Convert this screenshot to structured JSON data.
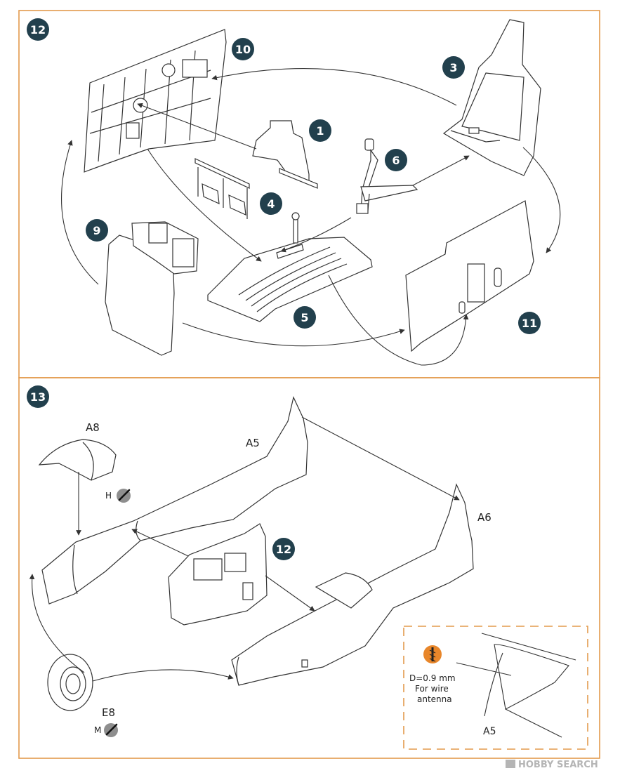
{
  "steps": [
    {
      "number": "12"
    },
    {
      "number": "13"
    }
  ],
  "step12_callouts": [
    "1",
    "3",
    "4",
    "5",
    "6",
    "9",
    "10",
    "11"
  ],
  "step13": {
    "part_labels": {
      "a8": "A8",
      "a5": "A5",
      "a6": "A6",
      "e8": "E8",
      "callout12": "12"
    },
    "paint_codes": {
      "h": "H",
      "m": "M"
    },
    "detail_inset": {
      "drill_diameter": "D=0.9 mm",
      "note_line1": "For wire",
      "note_line2": "antenna",
      "part": "A5"
    }
  },
  "watermark": "HOBBY SEARCH",
  "colors": {
    "frame_orange": "#e39a4c",
    "callout_fill": "#22404d",
    "paint_circle": "#8e8e8e",
    "drill_orange": "#e8862a",
    "line": "#333333"
  },
  "icons": [
    "paint-brush-icon",
    "drill-bit-icon",
    "hobby-search-logo-icon"
  ]
}
